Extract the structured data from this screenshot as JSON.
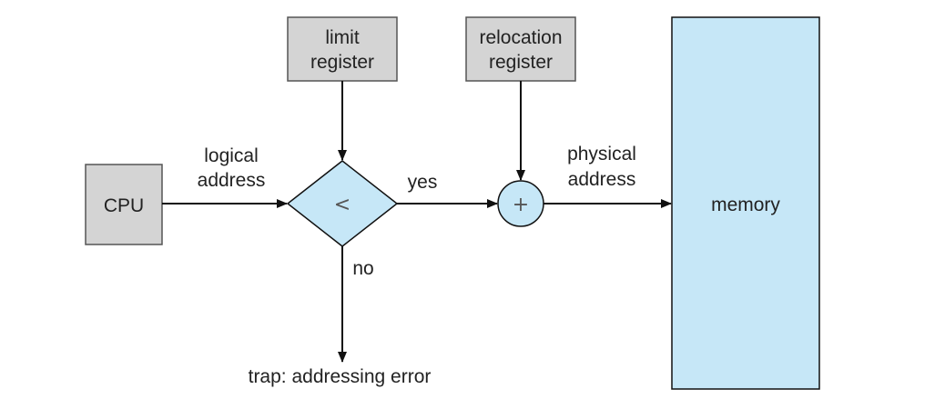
{
  "diagram": {
    "cpu": {
      "label": "CPU"
    },
    "limit_register": {
      "line1": "limit",
      "line2": "register"
    },
    "relocation_register": {
      "line1": "relocation",
      "line2": "register"
    },
    "comparator": {
      "symbol": "<"
    },
    "adder": {
      "symbol": "+"
    },
    "memory": {
      "label": "memory"
    },
    "edges": {
      "logical_address": {
        "line1": "logical",
        "line2": "address"
      },
      "yes": "yes",
      "no": "no",
      "physical_address": {
        "line1": "physical",
        "line2": "address"
      },
      "trap": "trap: addressing error"
    }
  },
  "colors": {
    "register_fill": "#d4d4d4",
    "register_stroke": "#555555",
    "shape_fill": "#c6e7f7",
    "shape_stroke": "#111111",
    "line": "#111111"
  }
}
